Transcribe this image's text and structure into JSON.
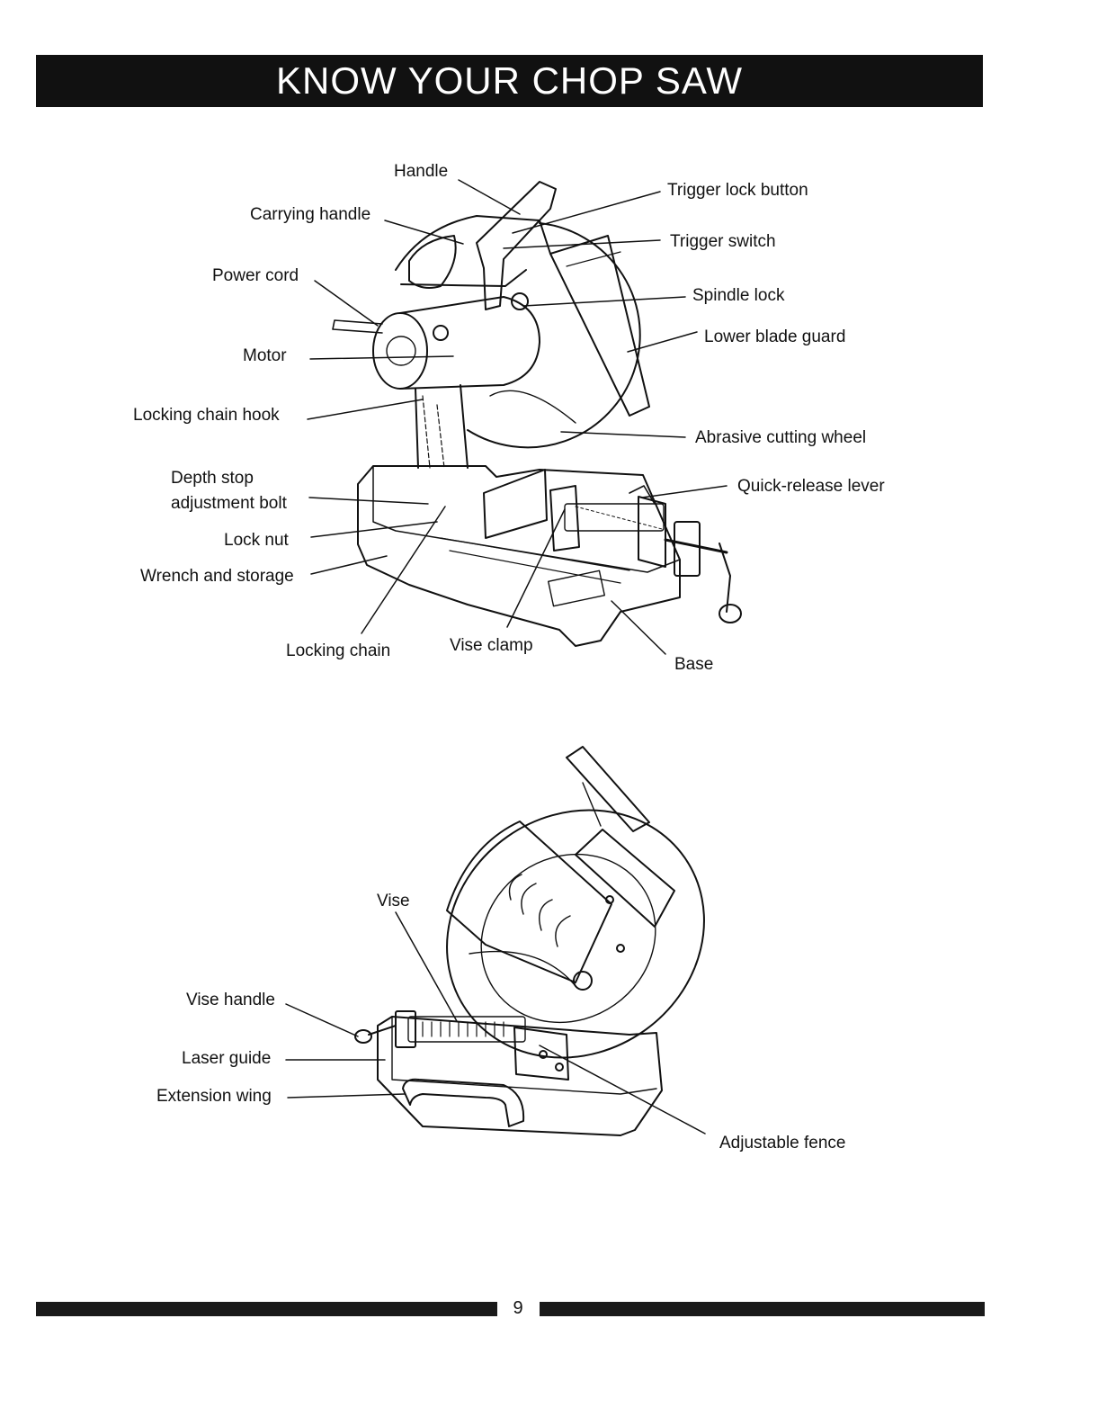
{
  "page": {
    "title": "KNOW YOUR CHOP SAW",
    "page_number": "9"
  },
  "figure_top": {
    "labels": {
      "handle": "Handle",
      "carrying_handle": "Carrying handle",
      "power_cord": "Power cord",
      "motor": "Motor",
      "locking_chain_hook": "Locking chain hook",
      "depth_stop_line1": "Depth stop",
      "depth_stop_line2": "adjustment bolt",
      "lock_nut": "Lock nut",
      "wrench_storage": "Wrench and storage",
      "locking_chain": "Locking chain",
      "vise_clamp": "Vise clamp",
      "base": "Base",
      "trigger_lock_button": "Trigger lock button",
      "trigger_switch": "Trigger switch",
      "spindle_lock": "Spindle lock",
      "lower_blade_guard": "Lower blade guard",
      "abrasive_cutting_wheel": "Abrasive cutting wheel",
      "quick_release_lever": "Quick-release lever"
    }
  },
  "figure_bottom": {
    "labels": {
      "vise": "Vise",
      "vise_handle": "Vise handle",
      "laser_guide": "Laser guide",
      "extension_wing": "Extension wing",
      "adjustable_fence": "Adjustable fence"
    }
  }
}
